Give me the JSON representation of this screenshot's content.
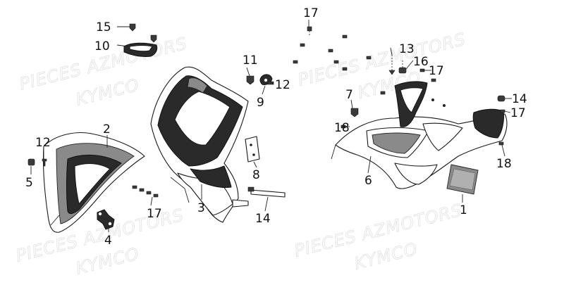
{
  "watermark": {
    "line1": "PIECES AZMOTORS",
    "line2": "KYMCO"
  },
  "callouts": {
    "c1": "1",
    "c2": "2",
    "c3": "3",
    "c4": "4",
    "c5": "5",
    "c6": "6",
    "c7": "7",
    "c8": "8",
    "c9": "9",
    "c10": "10",
    "c11": "11",
    "c12": "12",
    "c13": "13",
    "c14": "14",
    "c15": "15",
    "c16": "16",
    "c17": "17",
    "c18": "18"
  }
}
